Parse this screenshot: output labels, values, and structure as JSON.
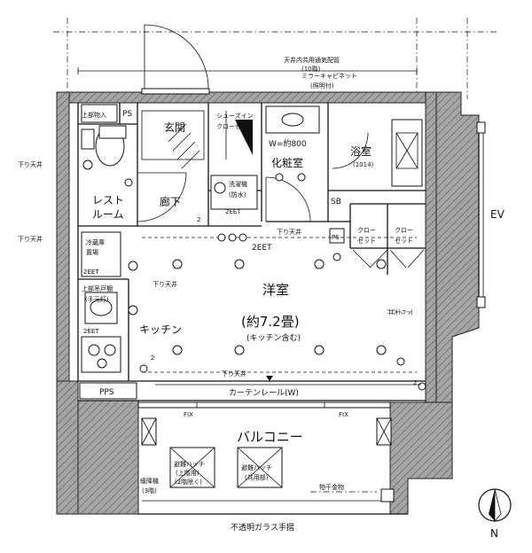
{
  "labels": {
    "ceiling_duct": "天井内共用通気配管",
    "ceiling_duct_sub": "(10階)",
    "mirror_cabinet": "ミラーキャビネット",
    "mirror_cabinet_sub": "(照明付)",
    "upper_storage": "上部物入",
    "ps": "PS",
    "entrance": "玄関",
    "shoes_in_closet": "シューズイン",
    "shoes_in_closet_2": "クローゼット",
    "washbasin": "W=約800",
    "powder_room": "化粧室",
    "bathroom": "浴室",
    "bathroom_size": "(1014)",
    "drop_ceiling_1": "下り天井",
    "rest_room_1": "レスト",
    "rest_room_2": "ルーム",
    "corridor": "廊下",
    "washer": "洗濯機",
    "washer_sub": "(防水)",
    "eet_1": "2EET",
    "sb": "SB",
    "drop_ceiling_2": "下り天井",
    "drop_ceiling_3": "下り天井",
    "closet_a_1": "クロー",
    "closet_a_2": "ゼット",
    "closet_b_1": "クロー",
    "closet_b_2": "ゼット",
    "eet_2": "2EET",
    "fridge_1": "冷蔵庫",
    "fridge_2": "置場",
    "eet_3": "2EET",
    "drop_ceiling_4": "下り天井",
    "upper_cabinet": "上部吊戸棚",
    "upper_cabinet_sub": "(手元灯)",
    "western_room": "洋室",
    "room_size": "(約7.2畳)",
    "kitchen_included": "(キッチン含む)",
    "kitchen": "キッチン",
    "eet_4": "2EET",
    "drop_ceiling_5": "下り天井",
    "drop_ceiling_6": "下り天井",
    "curtain_rail": "カーテンレール(W)",
    "pps": "PPS",
    "fix_1": "FIX",
    "fix_2": "FIX",
    "balcony": "バルコニー",
    "evac_hatch_1a": "避難ハッチ",
    "evac_hatch_1b": "(上階用)",
    "evac_hatch_1c": "(2階除く)",
    "evac_hatch_2a": "避難ハッチ",
    "evac_hatch_2b": "(共用部)",
    "descending_device": "緩降機",
    "descending_device_sub": "(3階)",
    "drying_hardware": "物干金物",
    "opaque_glass": "不透明ガラス手摺",
    "ev": "EV",
    "north": "N",
    "num_2a": "2",
    "num_2b": "2",
    "num_2c": "2"
  }
}
